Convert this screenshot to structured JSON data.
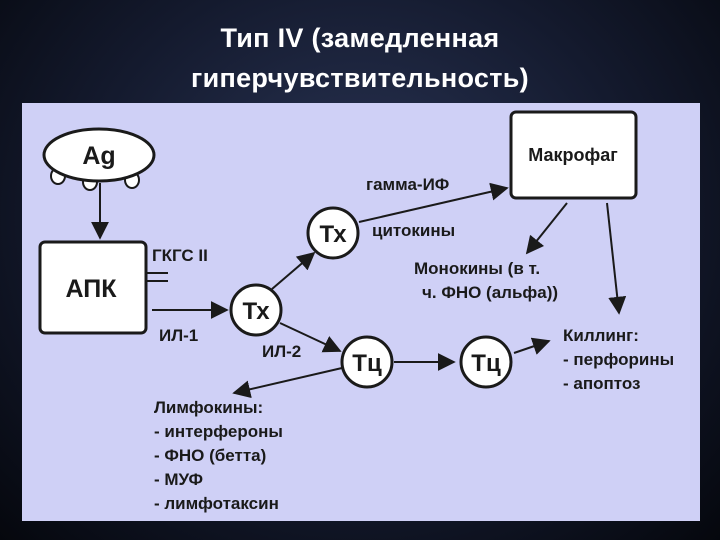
{
  "title": {
    "line1": "Тип IV (замедленная",
    "line2": "гиперчувствительность)"
  },
  "nodes": {
    "ag": "Ag",
    "apk": "АПК",
    "macrophage": "Макрофаг",
    "th_top": "Тх",
    "th_mid": "Тх",
    "tc_left": "Тц",
    "tc_right": "Тц"
  },
  "labels": {
    "gkgs": "ГКГС II",
    "il1": "ИЛ-1",
    "il2": "ИЛ-2",
    "gamma_if": "гамма-ИФ",
    "cytokines": "цитокины",
    "monokines_1": "Монокины (в т.",
    "monokines_2": "ч. ФНО (альфа))",
    "killing_1": "Киллинг:",
    "killing_2": "- перфорины",
    "killing_3": "- апоптоз",
    "lymph_1": "Лимфокины:",
    "lymph_2": "- интерфероны",
    "lymph_3": "- ФНО (бетта)",
    "lymph_4": "- МУФ",
    "lymph_5": "- лимфотаксин"
  }
}
